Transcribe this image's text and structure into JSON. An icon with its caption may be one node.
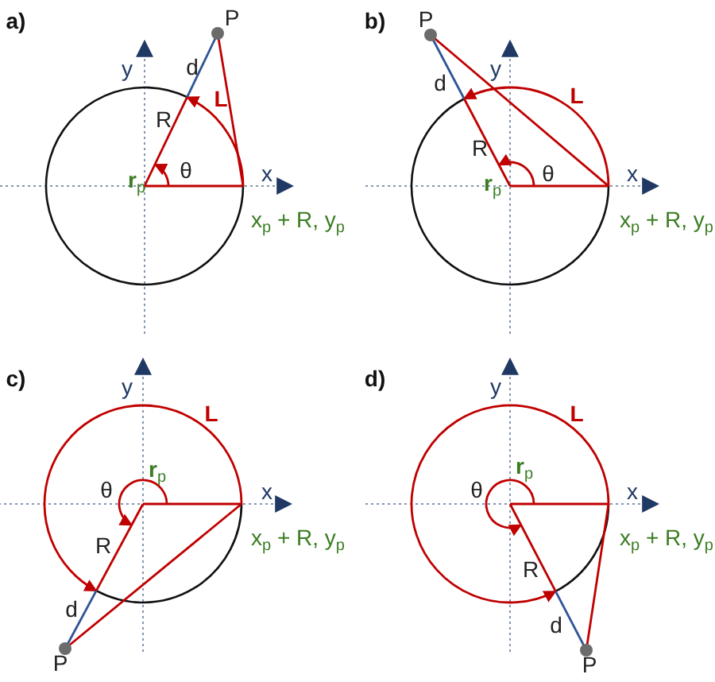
{
  "diagram": {
    "labels": [
      "a)",
      "P",
      "y",
      "d",
      "L",
      "R",
      "θ",
      "**r**$_{p}$",
      "x",
      "x$_{p}$ + R, y$_{p}$",
      "b)",
      "P",
      "y",
      "d",
      "L",
      "R",
      "θ",
      "x",
      "**r**$_{p}$",
      "x$_{p}$ + R, y$_{p}$",
      "c)",
      "y",
      "L",
      "**r**$_{p}$",
      "θ",
      "x",
      "x$_{p}$ + R, y$_{p}$",
      "R",
      "d",
      "P",
      "d)",
      "y",
      "L",
      "**r**$_{p}$",
      "θ",
      "x",
      "x$_{p}$ + R, y$_{p}$",
      "R",
      "d",
      "P"
    ]
  }
}
